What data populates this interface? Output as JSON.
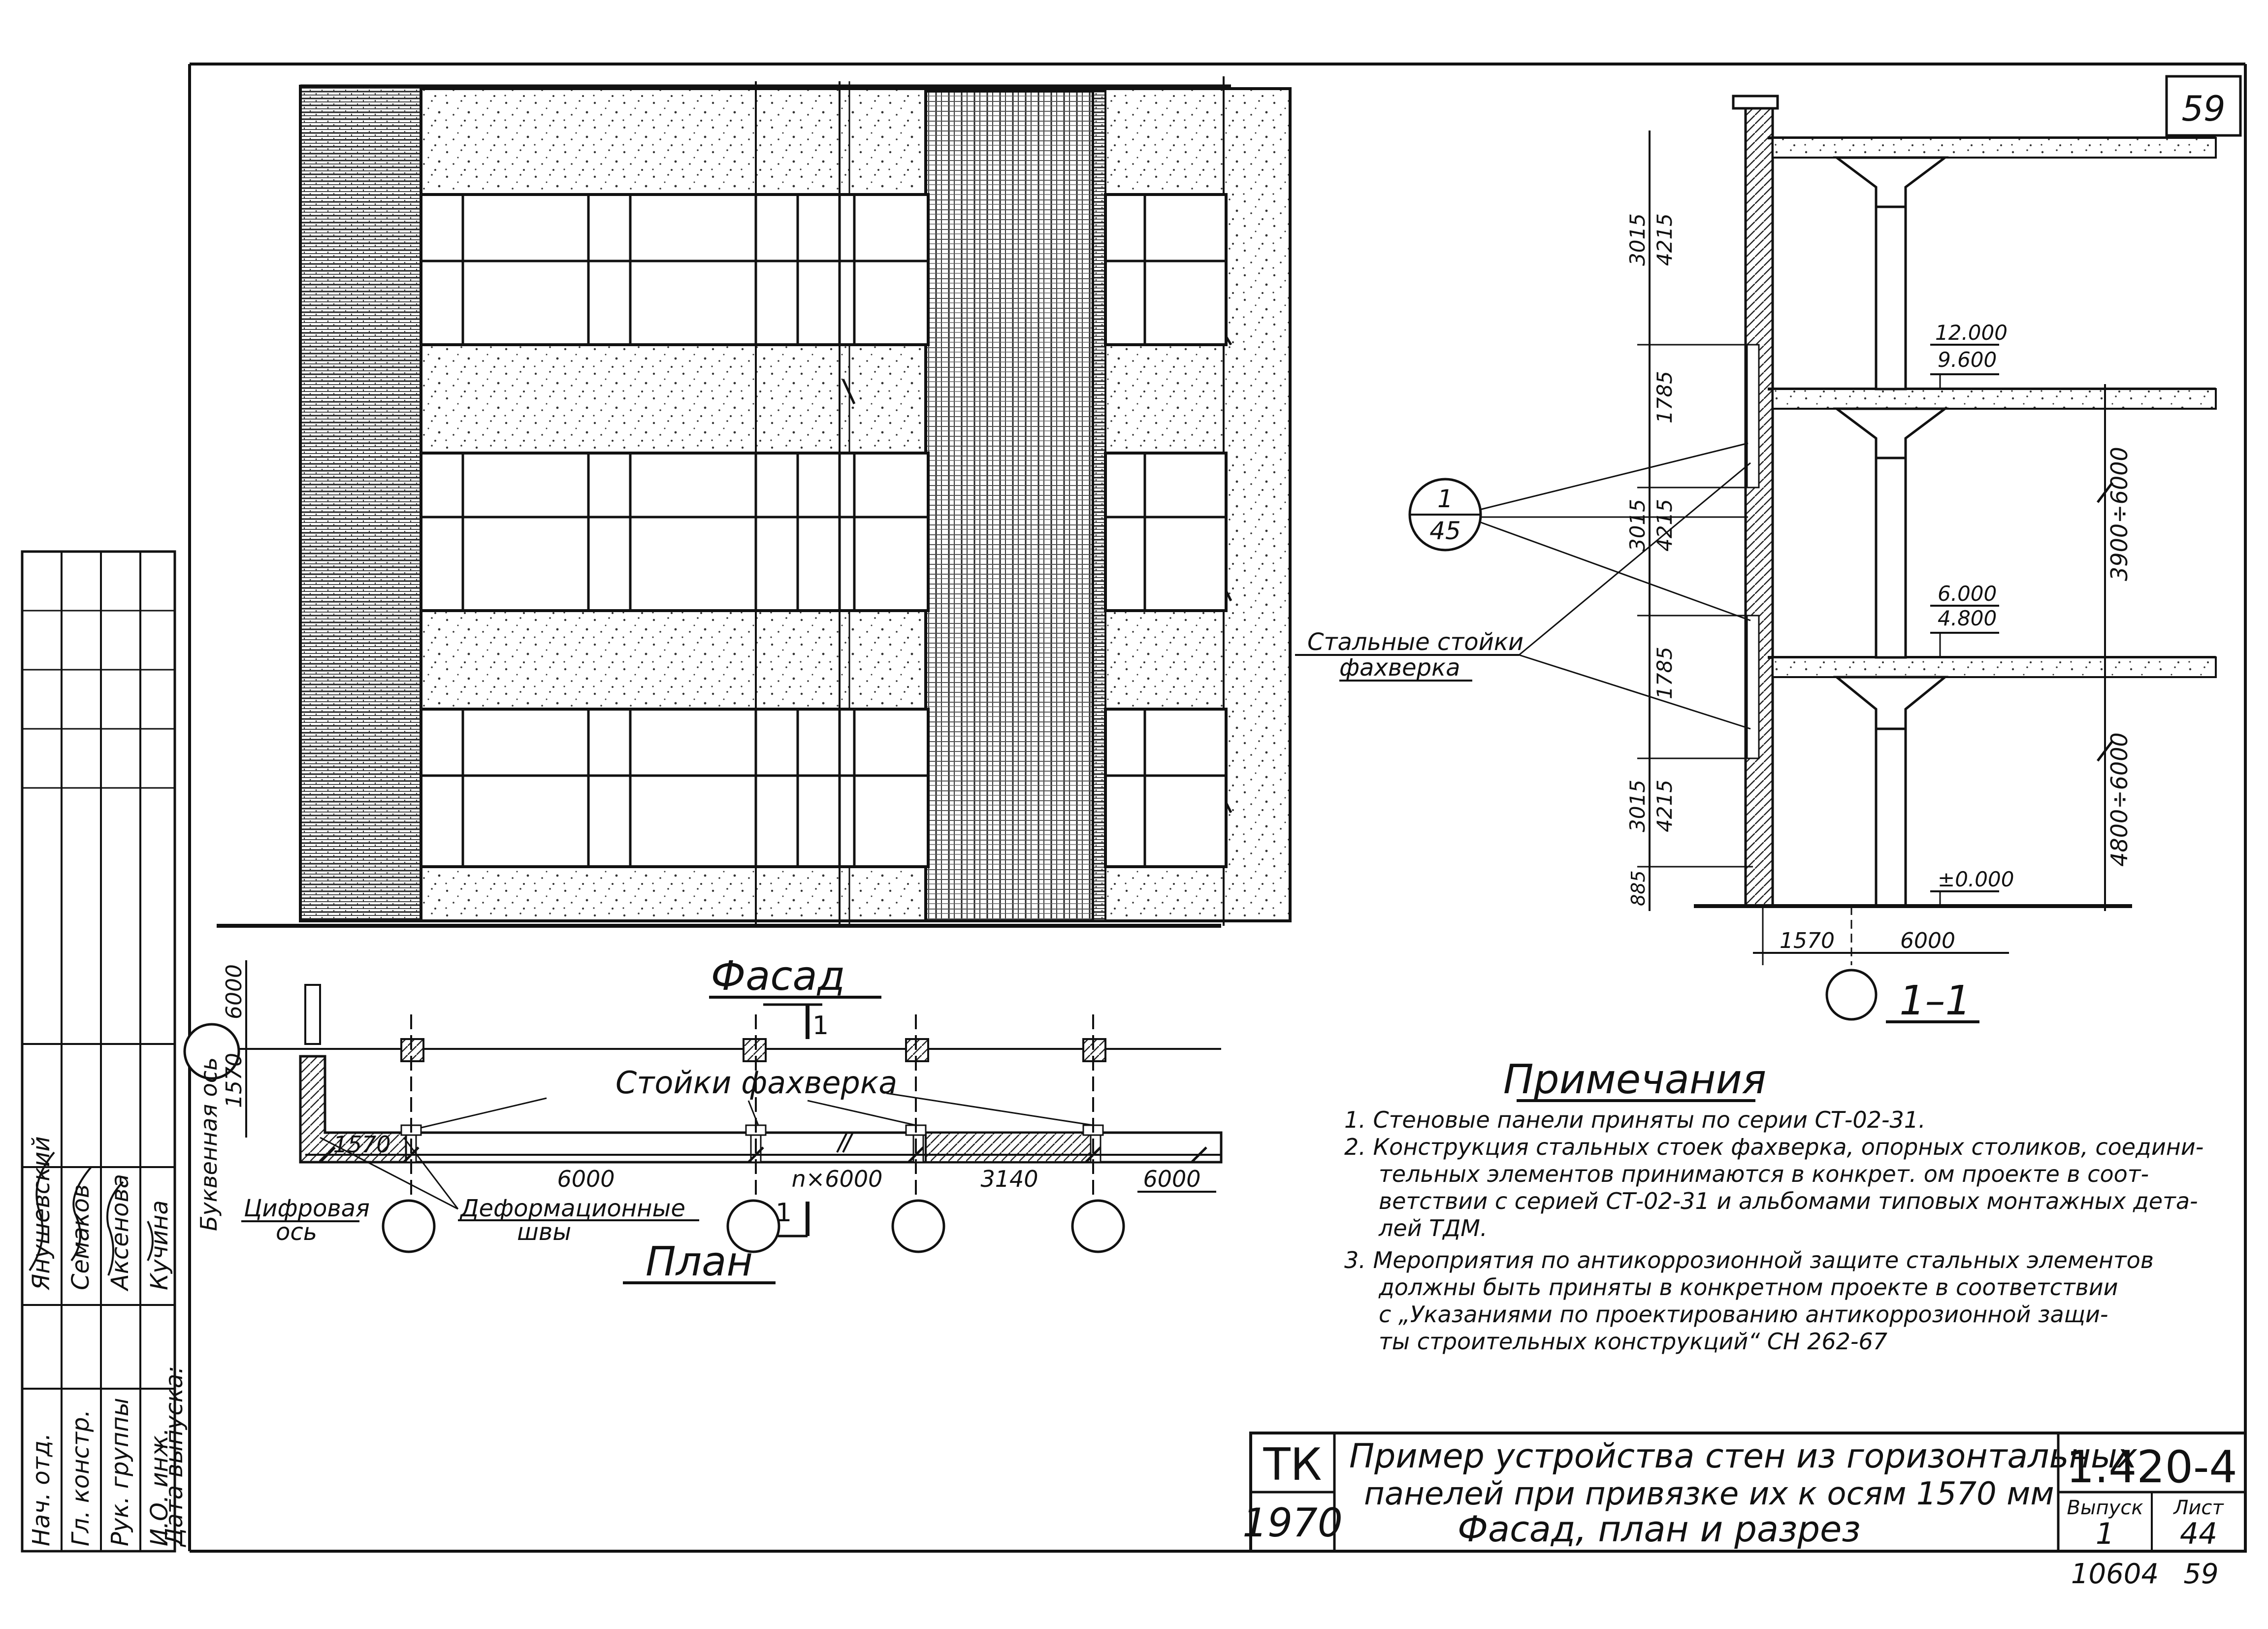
{
  "sheet": {
    "corner_number": "59"
  },
  "facade": {
    "title": "Фасад"
  },
  "plan": {
    "title": "План",
    "posts_label": "Стойки фахверка",
    "digital_axis_label": "Цифровая\nось",
    "joints_label": "Деформационные\nшвы",
    "letter_axis_label": "Буквенная ось",
    "dims": [
      "1570",
      "6000",
      "n×6000",
      "3140",
      "6000"
    ],
    "side_dims": [
      "6000",
      "1570"
    ],
    "cut_mark": "1"
  },
  "section": {
    "title": "1–1",
    "callout_top": "1",
    "callout_bottom": "45",
    "posts_label": "Стальные стойки\nфахверка",
    "vertical_dims": [
      "3015",
      "4215",
      "1785",
      "3015",
      "4215",
      "1785",
      "3015",
      "4215",
      "885"
    ],
    "levels": [
      "12.000",
      "9.600",
      "6.000",
      "4.800",
      "±0.000"
    ],
    "right_dims": [
      "4800÷6000",
      "3900÷6000"
    ],
    "bottom_dims": [
      "1570",
      "6000"
    ]
  },
  "notes": {
    "title": "Примечания",
    "items": [
      "1.  Стеновые панели приняты по серии СТ-02-31.",
      "2.  Конструкция стальных стоек фахверка, опорных столиков, соедини-",
      "тельных элементов принимаются в конкрет. ом проекте в соот-",
      "ветствии с серией СТ-02-31 и альбомами типовых монтажных дета-",
      "лей ТДМ.",
      "3.  Мероприятия по антикоррозионной защите стальных элементов",
      "должны быть приняты в конкретном проекте в соответствии",
      "с „Указаниями по проектированию антикоррозионной защи-",
      "ты строительных конструкций“ СН 262-67"
    ]
  },
  "title_block": {
    "org": "ТК",
    "year": "1970",
    "title_lines": [
      "Пример устройства стен из горизонтальных",
      "панелей при привязке их к осям 1570 мм",
      "Фасад, план и разрез"
    ],
    "code": "1.420-4",
    "issue_label": "Выпуск",
    "issue": "1",
    "sheet_label": "Лист",
    "sheet": "44",
    "bottom_left": "10604",
    "bottom_right": "59"
  },
  "side_stamp": {
    "rows": [
      {
        "role": "Нач. отд.",
        "name": "Янушевский"
      },
      {
        "role": "Гл. констр.",
        "name": "Семаков"
      },
      {
        "role": "Рук. группы",
        "name": "Аксенова"
      },
      {
        "role": "И.О. инж.",
        "name": "Кучина"
      }
    ],
    "date_label": "Дата выпуска:"
  }
}
